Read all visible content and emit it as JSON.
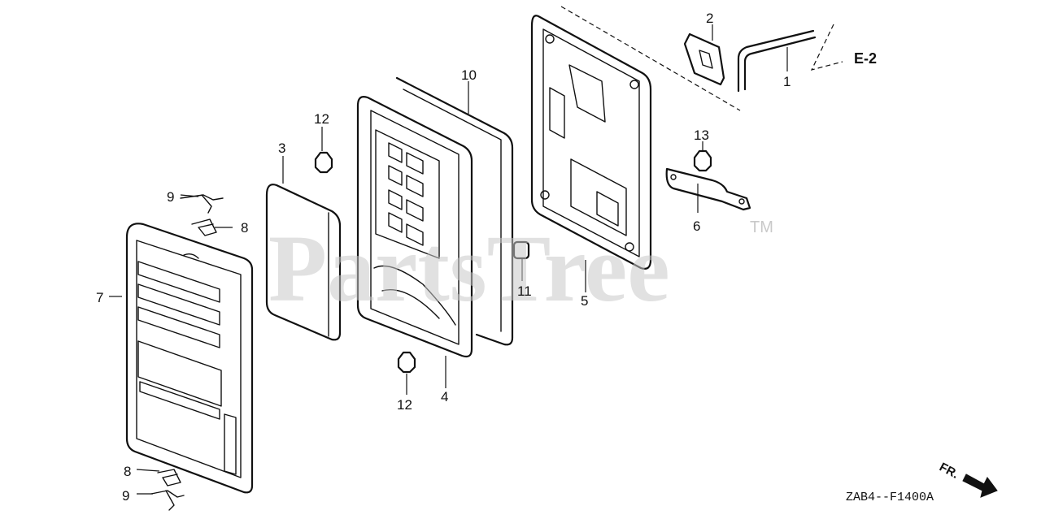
{
  "watermark": {
    "text": "PartsTree",
    "trademark": "TM"
  },
  "callouts": [
    {
      "id": "1",
      "label": "1"
    },
    {
      "id": "2",
      "label": "2"
    },
    {
      "id": "3",
      "label": "3"
    },
    {
      "id": "4",
      "label": "4"
    },
    {
      "id": "5",
      "label": "5"
    },
    {
      "id": "6",
      "label": "6"
    },
    {
      "id": "7",
      "label": "7"
    },
    {
      "id": "8a",
      "label": "8"
    },
    {
      "id": "8b",
      "label": "8"
    },
    {
      "id": "9a",
      "label": "9"
    },
    {
      "id": "9b",
      "label": "9"
    },
    {
      "id": "10",
      "label": "10"
    },
    {
      "id": "11",
      "label": "11"
    },
    {
      "id": "12a",
      "label": "12"
    },
    {
      "id": "12b",
      "label": "12"
    },
    {
      "id": "13",
      "label": "13"
    }
  ],
  "reference": {
    "label": "E-2"
  },
  "direction": {
    "label": "FR."
  },
  "diagram_code": "ZAB4--F1400A"
}
